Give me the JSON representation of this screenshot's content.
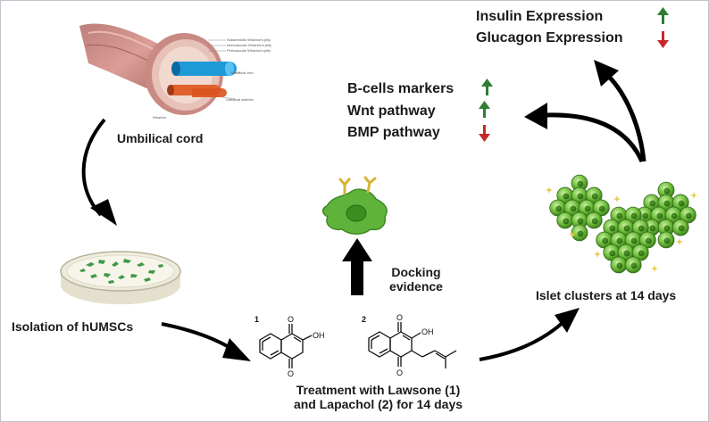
{
  "labels": {
    "umbilical_cord": "Umbilical cord",
    "isolation": "Isolation of hUMSCs",
    "treatment_line1": "Treatment with Lawsone (1)",
    "treatment_line2": "and Lapachol (2) for 14 days",
    "docking_line1": "Docking",
    "docking_line2": "evidence",
    "islet_clusters": "Islet clusters at 14 days"
  },
  "outcomes_top": [
    {
      "text": "Insulin Expression",
      "direction": "up",
      "icon": "arrow-up-icon"
    },
    {
      "text": "Glucagon Expression",
      "direction": "down",
      "icon": "arrow-down-icon"
    }
  ],
  "outcomes_mid": [
    {
      "text": "B-cells markers",
      "direction": "up",
      "icon": "arrow-up-icon"
    },
    {
      "text": "Wnt pathway",
      "direction": "up",
      "icon": "arrow-up-icon"
    },
    {
      "text": "BMP pathway",
      "direction": "down",
      "icon": "arrow-down-icon"
    }
  ],
  "compounds": [
    {
      "number": "1",
      "oh": "OH",
      "o": "O"
    },
    {
      "number": "2",
      "oh": "OH",
      "o": "O"
    }
  ],
  "cord_legend": [
    "Subamniotic Wharton's jelly",
    "Intervascular Wharton's jelly",
    "Perivascular Wharton's jelly",
    "Umbilical vein",
    "Umbilical arteries",
    "Wharton"
  ],
  "colors": {
    "up_arrow": "#2e7d32",
    "down_arrow": "#c62828",
    "flow_arrow": "#000000",
    "cell_green": "#6dbb3a",
    "petri_cell": "#3f9a4a"
  }
}
